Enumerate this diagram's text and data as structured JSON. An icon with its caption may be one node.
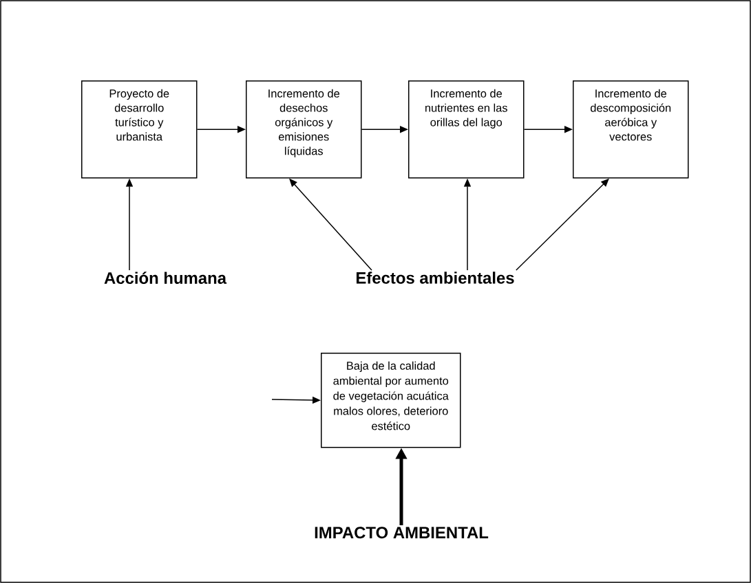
{
  "diagram": {
    "nodes": [
      {
        "text": [
          "Proyecto de desarrollo turístico y urbanista"
        ]
      },
      {
        "text": [
          "Incremento de desechos orgánicos y emisiones líquidas"
        ]
      },
      {
        "text": [
          "Incremento de nutrientes en las orillas del lago"
        ]
      },
      {
        "text": [
          "Incremento de descomposición aeróbica y vectores"
        ]
      },
      {
        "text": [
          "Baja de la calidad ambiental por aumento de vegetación acuática malos olores, deterioro estético"
        ]
      },
      {
        "text": [
          "Acción humana"
        ]
      },
      {
        "text": [
          "Efectos ambientales"
        ]
      },
      {
        "text": [
          "IMPACTO AMBIENTAL"
        ]
      }
    ],
    "edges": [
      {
        "from": 0,
        "to": 1,
        "arrow": "to"
      },
      {
        "from": 1,
        "to": 2,
        "arrow": "to"
      },
      {
        "from": 2,
        "to": 3,
        "arrow": "to"
      },
      {
        "from": 5,
        "to": 0,
        "arrow": "to"
      },
      {
        "from": 6,
        "to": 1,
        "arrow": "to"
      },
      {
        "from": 6,
        "to": 2,
        "arrow": "to"
      },
      {
        "from": 6,
        "to": 3,
        "arrow": "to"
      },
      {
        "from": null,
        "to": 4,
        "arrow": "to"
      },
      {
        "from": 7,
        "to": 4,
        "arrow": "to",
        "style": "thick"
      }
    ]
  }
}
